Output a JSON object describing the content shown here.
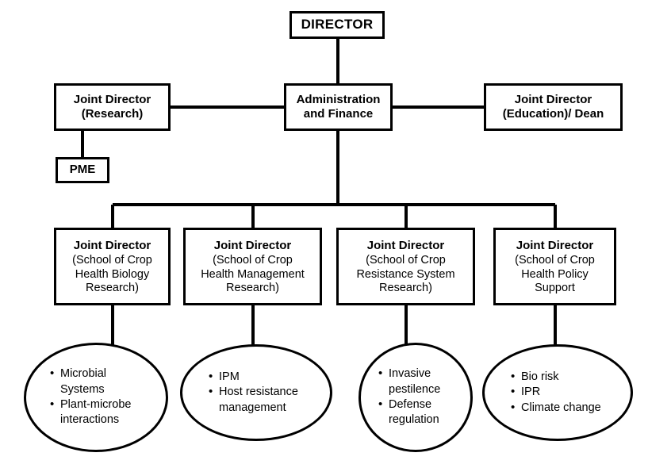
{
  "diagram": {
    "title": "Organizational structure chart",
    "line_color": "#000000",
    "box_fill": "#ffffff",
    "text_color": "#000000"
  },
  "nodes": {
    "director": {
      "label": "DIRECTOR"
    },
    "jd_research": {
      "title": "Joint Director",
      "subtitle": "(Research)"
    },
    "administration": {
      "label": "Administration\nand Finance"
    },
    "jd_education": {
      "title": "Joint Director",
      "subtitle": "(Education)/ Dean"
    },
    "pme": {
      "label": "PME"
    }
  },
  "schools": [
    {
      "title": "Joint Director",
      "subtitle": "(School of Crop\nHealth Biology\nResearch)",
      "focus_areas": [
        "Microbial\nSystems",
        "Plant-microbe\ninteractions"
      ]
    },
    {
      "title": "Joint Director",
      "subtitle": "(School of Crop\nHealth Management\nResearch)",
      "focus_areas": [
        "IPM",
        "Host resistance\nmanagement"
      ]
    },
    {
      "title": "Joint Director",
      "subtitle": "(School of Crop\nResistance System\nResearch)",
      "focus_areas": [
        "Invasive\npestilence",
        "Defense\nregulation"
      ]
    },
    {
      "title": "Joint Director",
      "subtitle": "(School of Crop\nHealth Policy\nSupport",
      "focus_areas": [
        "Bio risk",
        "IPR",
        "Climate change"
      ]
    }
  ]
}
